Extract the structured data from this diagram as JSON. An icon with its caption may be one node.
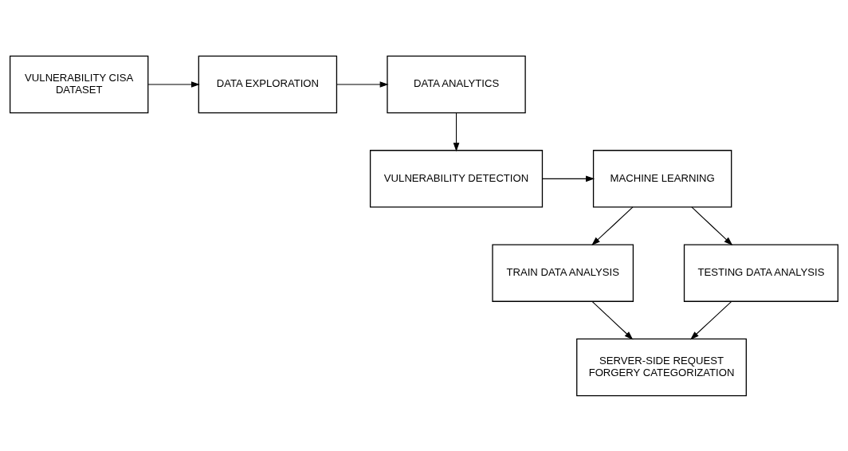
{
  "diagram": {
    "nodes": [
      {
        "text": [
          "VULNERABILITY CISA DATASET"
        ]
      },
      {
        "text": [
          "DATA EXPLORATION"
        ]
      },
      {
        "text": [
          "DATA ANALYTICS"
        ]
      },
      {
        "text": [
          "VULNERABILITY DETECTION"
        ]
      },
      {
        "text": [
          "MACHINE LEARNING"
        ]
      },
      {
        "text": [
          "TRAIN DATA ANALYSIS"
        ]
      },
      {
        "text": [
          "TESTING DATA ANALYSIS"
        ]
      },
      {
        "text": [
          "SERVER-SIDE REQUEST FORGERY CATEGORIZATION"
        ]
      }
    ],
    "edges": [
      {
        "from": 0,
        "to": 1,
        "arrow": "to"
      },
      {
        "from": 1,
        "to": 2,
        "arrow": "to"
      },
      {
        "from": 2,
        "to": 3,
        "arrow": "to"
      },
      {
        "from": 3,
        "to": 4,
        "arrow": "to"
      },
      {
        "from": 4,
        "to": 5,
        "arrow": "to"
      },
      {
        "from": 4,
        "to": 6,
        "arrow": "to"
      },
      {
        "from": 5,
        "to": 7,
        "arrow": "to"
      },
      {
        "from": 6,
        "to": 7,
        "arrow": "to"
      }
    ]
  }
}
